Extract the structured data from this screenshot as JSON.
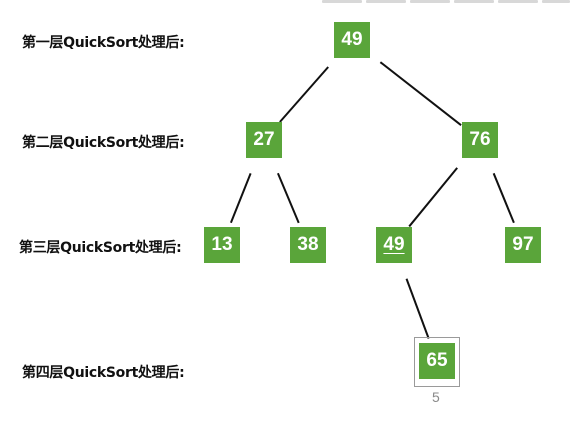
{
  "levels": [
    {
      "label": "第一层QuickSort处理后:"
    },
    {
      "label": "第二层QuickSort处理后:"
    },
    {
      "label": "第三层QuickSort处理后:"
    },
    {
      "label": "第四层QuickSort处理后:"
    }
  ],
  "nodes": [
    {
      "id": "n49a",
      "value": "49",
      "level": 1
    },
    {
      "id": "n27",
      "value": "27",
      "level": 2
    },
    {
      "id": "n76",
      "value": "76",
      "level": 2
    },
    {
      "id": "n13",
      "value": "13",
      "level": 3
    },
    {
      "id": "n38",
      "value": "38",
      "level": 3
    },
    {
      "id": "n49b",
      "value": "49",
      "level": 3,
      "underlined": true
    },
    {
      "id": "n97",
      "value": "97",
      "level": 3
    },
    {
      "id": "n65",
      "value": "65",
      "level": 4,
      "selected": true
    }
  ],
  "edges": [
    [
      "n49a",
      "n27"
    ],
    [
      "n49a",
      "n76"
    ],
    [
      "n27",
      "n13"
    ],
    [
      "n27",
      "n38"
    ],
    [
      "n76",
      "n49b"
    ],
    [
      "n76",
      "n97"
    ],
    [
      "n49b",
      "n65"
    ]
  ],
  "page_number": "5",
  "colors": {
    "node_fill": "#5aa53a",
    "node_text": "#ffffff",
    "edge": "#111111"
  }
}
